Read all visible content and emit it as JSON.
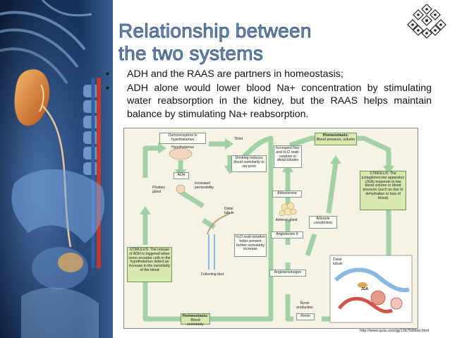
{
  "slide": {
    "title_line1": "Relationship between",
    "title_line2": "the two systems",
    "bullets": [
      "ADH and the RAAS are partners in homeostasis;",
      "ADH alone would lower blood Na+ concentration by stimulating water reabsorption in the kidney, but the RAAS helps maintain balance by stimulating Na+ reabsorption."
    ],
    "bullet_symbol": "•",
    "source_url": "http://www.quia.com/jg/1367589list.html"
  },
  "diagram": {
    "osmoreceptors": "Osmoreceptors in hypothalamus",
    "hypothalamus": "Hypothalamus",
    "thirst": "Thirst",
    "drinking": "Drinking reduces blood osmolarity to set point",
    "adh": "ADH",
    "pituitary": "Pituitary gland",
    "increased_permeability": "Increased permeability",
    "distal_tubule_left": "Distal tubule",
    "h2o_reabsorption": "H₂O reab-sorption helps prevent further osmolarity increase",
    "collecting_duct": "Collecting duct",
    "stimulus_left": "STIMULUS: The release of ADH is triggered when osmo-receptor cells in the hypothalamus detect an increase in the osmolarity of the blood",
    "homeostasis_osmolarity_title": "Homeostasis:",
    "homeostasis_osmolarity_text": "Blood osmolarity",
    "increased_na": "Increased Na+ and H₂O reab-sorption in distal tubules",
    "homeostasis_bp_title": "Homeostasis:",
    "homeostasis_bp_text": "Blood pressure, volume",
    "aldosterone": "Aldosterone",
    "adrenal_gland": "Adrenal gland",
    "arteriole": "Arteriole constriction",
    "angiotensin_ii": "Angiotensin II",
    "angiotensinogen": "Angiotensinogen",
    "renin_production": "Renin production",
    "renin": "Renin",
    "distal_tubule_right": "Distal tubule",
    "jga": "JGA",
    "stimulus_right": "STIMULUS: The juxtaglomerular apparatus (JGA) responds to low blood volume or blood pressure (such as due to dehydration or loss of blood)"
  },
  "colors": {
    "title_fill": "#6d8fb8",
    "title_outline": "#2f4a6b",
    "diagram_bg": "#f5f2e6",
    "arrow": "#9fd0a2",
    "box_green": "#d8e8b0",
    "anatomy_bg": "#0b1e3c"
  }
}
